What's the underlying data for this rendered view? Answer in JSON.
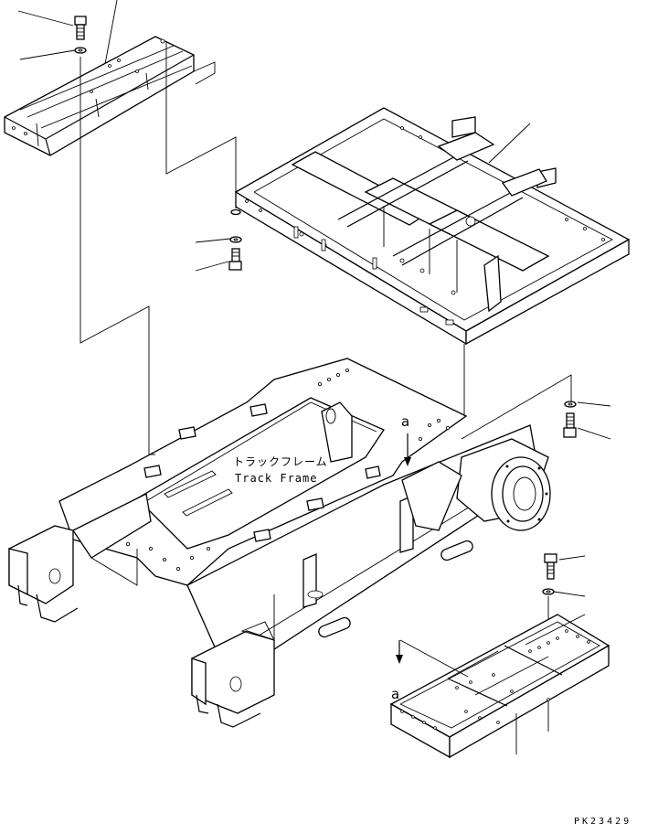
{
  "diagram": {
    "track_frame_jp": "トラックフレーム",
    "track_frame_en": "Track Frame",
    "view_marker_top": "a",
    "view_marker_bottom": "a",
    "drawing_code": "PK23429"
  }
}
